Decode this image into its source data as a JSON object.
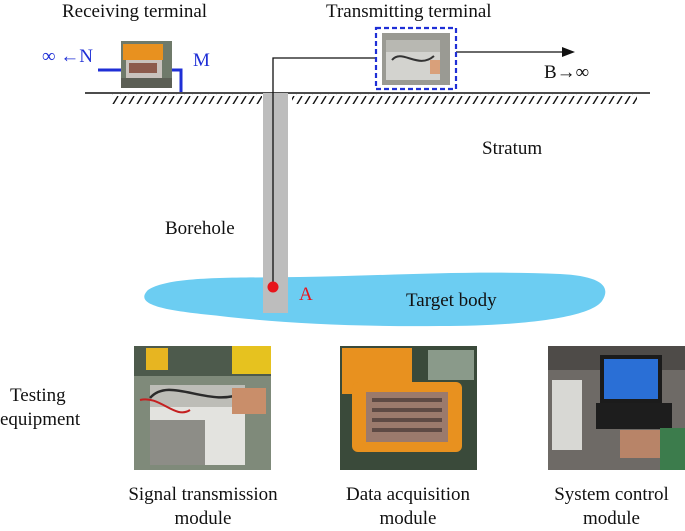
{
  "labels": {
    "receiving_terminal": "Receiving terminal",
    "transmitting_terminal": "Transmitting terminal",
    "n_electrode": "∞ ←N",
    "m_electrode": "M",
    "b_electrode": "B→∞",
    "stratum": "Stratum",
    "borehole": "Borehole",
    "point_a": "A",
    "target_body": "Target body"
  },
  "equipment": {
    "title_line1": "Testing",
    "title_line2": "equipment",
    "modules": [
      {
        "line1": "Signal transmission",
        "line2": "module"
      },
      {
        "line1": "Data acquisition",
        "line2": "module"
      },
      {
        "line1": "System control",
        "line2": "module"
      }
    ]
  },
  "colors": {
    "electrode_blue": "#1f2fd6",
    "target_body": "#6ccdf2",
    "point_red": "#e8141b",
    "borehole_gray": "#bdbdbd",
    "equipment_orange": "#e8911f"
  }
}
